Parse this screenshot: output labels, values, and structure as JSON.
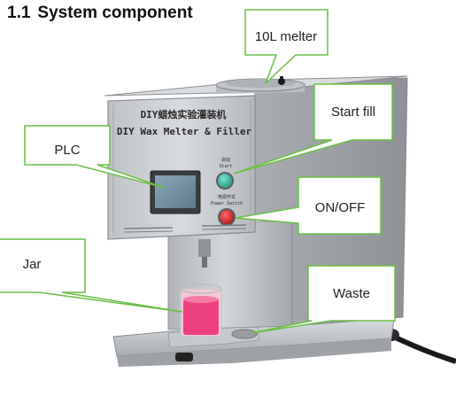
{
  "section": {
    "number": "1.1",
    "title": "System component"
  },
  "machine": {
    "title_cn": "DIY蜡烛实验灌装机",
    "title_en": "DIY Wax Melter & Filler",
    "start_cn": "启动",
    "start_en": "Start",
    "power_cn": "电源开关",
    "power_en": "Power Switch"
  },
  "callouts": {
    "melter": "10L melter",
    "start_fill": "Start fill",
    "plc": "PLC",
    "on_off": "ON/OFF",
    "jar": "Jar",
    "waste": "Waste"
  },
  "colors": {
    "callout_border": "#6abf45",
    "steel": "#c8ccd0",
    "start_button": "#2fb39a",
    "power_button": "#d8262c",
    "wax": "#ee3f7e"
  }
}
